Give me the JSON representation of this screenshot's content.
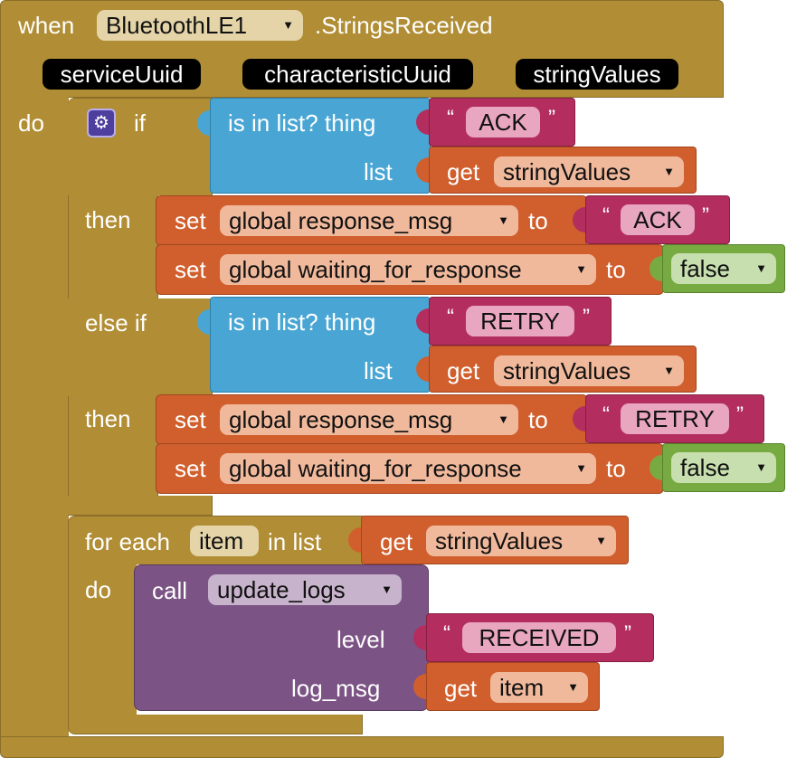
{
  "event": {
    "when_label": "when",
    "component": "BluetoothLE1",
    "event_name": ".StringsReceived",
    "params": [
      "serviceUuid",
      "characteristicUuid",
      "stringValues"
    ],
    "do_label": "do"
  },
  "if_block": {
    "if_label": "if",
    "then_label": "then",
    "else_if_label": "else if",
    "cond1": {
      "label": "is in list? thing",
      "list_label": "list",
      "thing": "ACK",
      "get_label": "get",
      "var": "stringValues"
    },
    "then1": [
      {
        "set_label": "set",
        "var": "global response_msg",
        "to_label": "to",
        "value": "ACK"
      },
      {
        "set_label": "set",
        "var": "global waiting_for_response",
        "to_label": "to",
        "value": "false"
      }
    ],
    "cond2": {
      "label": "is in list? thing",
      "list_label": "list",
      "thing": "RETRY",
      "get_label": "get",
      "var": "stringValues"
    },
    "then2": [
      {
        "set_label": "set",
        "var": "global response_msg",
        "to_label": "to",
        "value": "RETRY"
      },
      {
        "set_label": "set",
        "var": "global waiting_for_response",
        "to_label": "to",
        "value": "false"
      }
    ]
  },
  "foreach": {
    "for_each_label": "for each",
    "item_var": "item",
    "in_list_label": "in list",
    "get_label": "get",
    "list_var": "stringValues",
    "do_label": "do"
  },
  "call": {
    "call_label": "call",
    "proc": "update_logs",
    "arg1_label": "level",
    "arg1_value": "RECEIVED",
    "arg2_label": "log_msg",
    "get_label": "get",
    "arg2_var": "item"
  },
  "glyphs": {
    "open_quote": "“",
    "close_quote": "”",
    "dropdown_arrow": "▼"
  },
  "colors": {
    "event": "#b18e35",
    "control": "#b18e35",
    "list": "#49a6d4",
    "text": "#b32d5e",
    "variables": "#d05f2d",
    "logic": "#77ab41",
    "procedure": "#7c5385"
  }
}
